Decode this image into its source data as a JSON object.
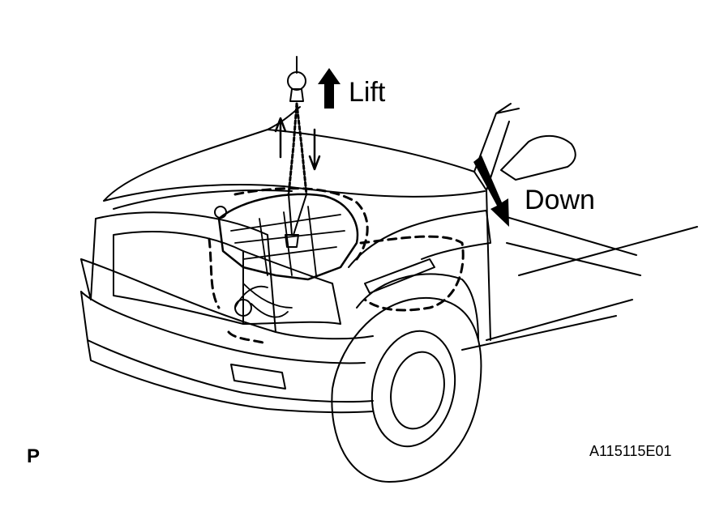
{
  "labels": {
    "lift": "Lift",
    "down": "Down",
    "view_marker": "P",
    "figure_code": "A115115E01"
  },
  "icons": [
    "lift-arrow-icon",
    "down-arrow-icon",
    "hoist-hook-icon",
    "chain-icon",
    "chain-up-arrow-icon",
    "chain-down-arrow-icon"
  ],
  "colors": {
    "ink": "#000000",
    "paper": "#ffffff"
  }
}
